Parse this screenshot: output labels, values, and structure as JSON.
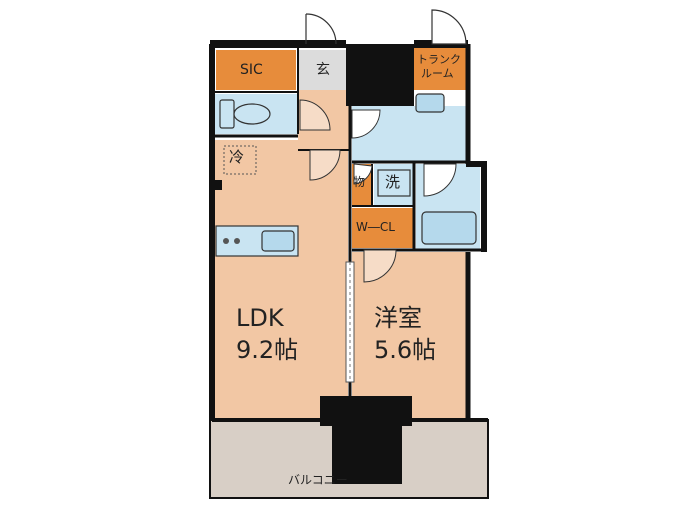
{
  "colors": {
    "wall": "#111111",
    "room": "#f2c7a4",
    "wet": "#c9e4f2",
    "storage": "#e78c3b",
    "hall": "#dcdcdc",
    "balcony": "#d8cfc6"
  },
  "rooms": {
    "sic": "SIC",
    "entrance": "玄",
    "trunk_room_line1": "トランク",
    "trunk_room_line2": "ルーム",
    "fridge": "冷",
    "storage_small": "物",
    "washer": "洗",
    "wcl": "W―CL",
    "ldk_name": "LDK",
    "ldk_size": "9.2帖",
    "western_name": "洋室",
    "western_size": "5.6帖",
    "balcony": "バルコニー"
  },
  "icons": [
    "door-swing-icon",
    "toilet-icon",
    "washbasin-icon",
    "bathtub-icon",
    "stove-icon",
    "sink-icon",
    "sliding-door-icon"
  ]
}
